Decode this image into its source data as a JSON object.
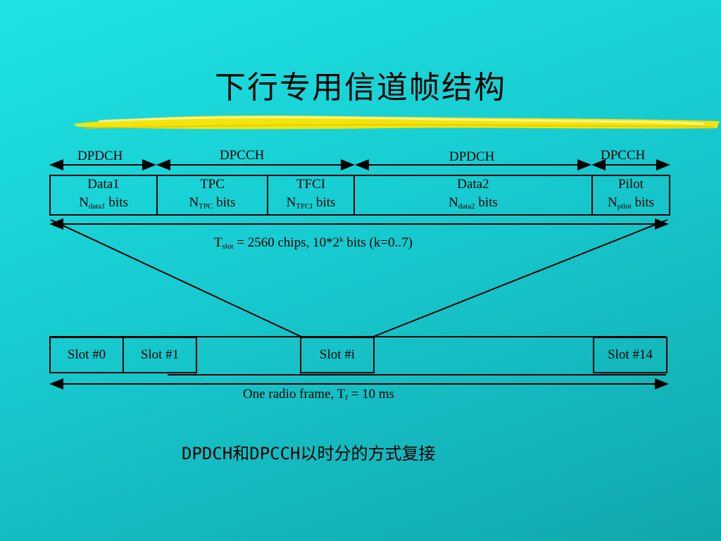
{
  "title": "下行专用信道帧结构",
  "top_labels": [
    "DPDCH",
    "DPCCH",
    "DPDCH",
    "DPCCH"
  ],
  "fields": [
    {
      "name": "Data1",
      "n": "N",
      "sub": "data1",
      "unit": " bits"
    },
    {
      "name": "TPC",
      "n": "N",
      "sub": "TPC",
      "unit": " bits"
    },
    {
      "name": "TFCI",
      "n": "N",
      "sub": "TFCI",
      "unit": " bits"
    },
    {
      "name": "Data2",
      "n": "N",
      "sub": "data2",
      "unit": " bits"
    },
    {
      "name": "Pilot",
      "n": "N",
      "sub": "pilot",
      "unit": " bits"
    }
  ],
  "tslot": {
    "t": "T",
    "sub": "slot",
    "mid": " = 2560 chips, 10*2",
    "sup": "k",
    "end": " bits (k=0..7)"
  },
  "slots": [
    "Slot #0",
    "Slot #1",
    "Slot #i",
    "Slot #14"
  ],
  "frame": {
    "pre": "One radio frame, T",
    "sub": "f",
    "post": " = 10 ms"
  },
  "note": "DPDCH和DPCCH以时分的方式复接",
  "colors": {
    "background": "#1ee3e3",
    "brush": "#ffe600",
    "line": "#000000"
  }
}
